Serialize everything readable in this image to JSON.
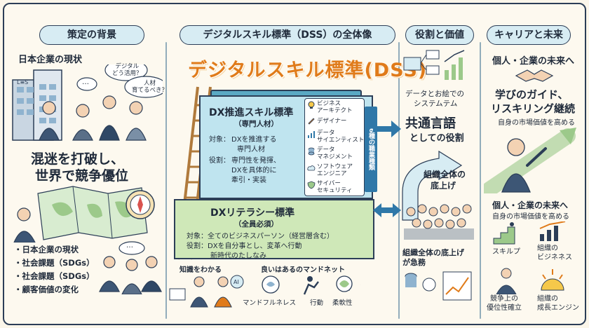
{
  "headers": {
    "left": "策定の背景",
    "center": "デジタルスキル標準（DSS）の全体像",
    "roles": "役割と価値",
    "career": "キャリアと未来"
  },
  "left": {
    "status_title": "日本企業の現状",
    "bubble1": "デジタル\nどう活用？",
    "bubble2": "人材\n育てるべき？",
    "bubble3": "…",
    "bubble4": "…",
    "building_sign": "L≡S",
    "slogan1": "混迷を打破し、",
    "slogan2": "世界で競争優位",
    "bullets": [
      "・日本企業の現状",
      "・社会課題（SDGs）",
      "・社会課題（SDGs）",
      "・顧客価値の変化"
    ]
  },
  "center": {
    "title": "デジタルスキル標準(DSS)",
    "dx_title": "DX推進スキル標準",
    "dx_sub": "（専門人材）",
    "dx_target_label": "対象：",
    "dx_target_1": "DXを推進する",
    "dx_target_2": "専門人材",
    "dx_role_label": "役割：",
    "dx_role_1": "専門性を発揮、",
    "dx_role_2": "DXを具体的に",
    "dx_role_3": "牽引・実装",
    "lit_title": "DXリテラシー標準",
    "lit_sub": "（全員必須）",
    "lit_target": "対象：全てのビジネスパーソン（経営層含む）",
    "lit_role": "役割：DXを自分事とし、変革へ行動",
    "lit_role2": "新時代のたしなみ",
    "roles_tag": "6種の職業種類",
    "roles": [
      "ビジネス\nアーキテクト",
      "デザイナー",
      "データ\nサイエンティスト",
      "データ\nマネジメント",
      "ソフトウェア\nエンジニア",
      "サイバー\nセキュリティ"
    ],
    "know_label": "知識をわかる",
    "mind_label": "良いはあるのマンドネット",
    "mind_items": [
      "マンドフルネレス",
      "行動",
      "柔軟性"
    ]
  },
  "roles_col": {
    "data_caption_1": "データとお絵での",
    "data_caption_2": "システムテム",
    "common_1": "共通言語",
    "common_2": "としての役割",
    "arrow_text_1": "組織全体の",
    "arrow_text_2": "底上げ",
    "org_1": "組織全体の底上げ",
    "org_2": "が急務"
  },
  "career": {
    "head": "個人・企業の未来へ",
    "guide_1": "学びのガイド、",
    "guide_2": "リスキリング継続",
    "guide_sub": "自身の市場価値を高める",
    "head2": "個人・企業の未来へ",
    "sub2": "自身の市場価値を高める",
    "items": [
      "スキルプ",
      "組織の\nビジネネス",
      "競争上の\n優位性確立",
      "組織の\n成長エンジン"
    ]
  },
  "colors": {
    "accent": "#e07b1a",
    "navy": "#2c3e57",
    "sky": "#bfe4ef",
    "green": "#cfe8b8"
  }
}
